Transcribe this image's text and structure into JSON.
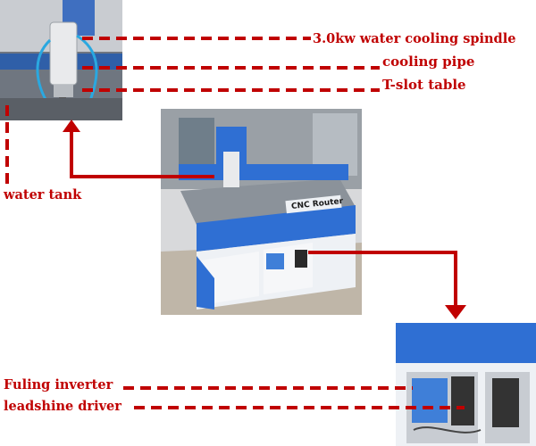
{
  "labels": {
    "spindle": "3.0kw water cooling spindle",
    "cooling_pipe": "cooling pipe",
    "t_slot_table": "T-slot table",
    "water_tank": "water tank",
    "fuling_inverter": "Fuling inverter",
    "leadshine_driver": "leadshine driver"
  },
  "machine_labels": {
    "cnc_router_plate": "CNC Router"
  },
  "colors": {
    "annotation": "#c00000",
    "machine_blue": "#2f6fd3",
    "machine_white": "#eef1f5",
    "floor": "#bfb6a8"
  }
}
